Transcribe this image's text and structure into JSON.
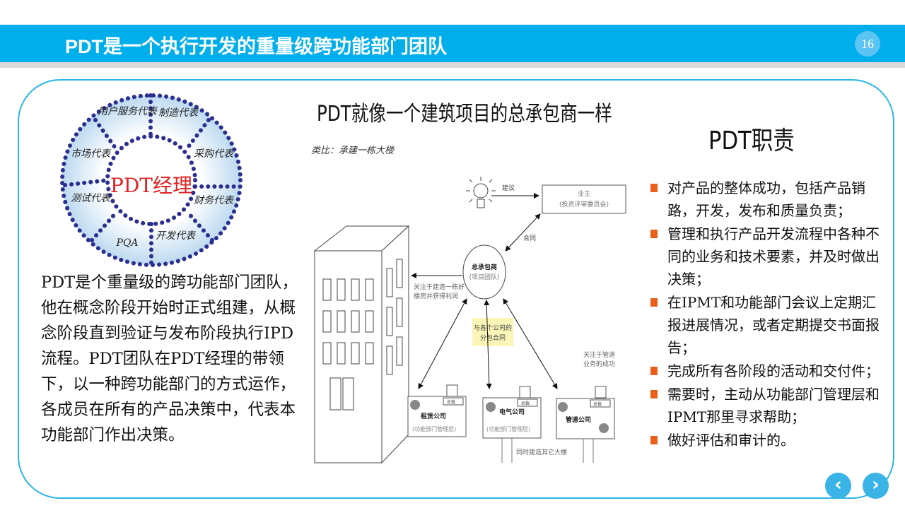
{
  "header": {
    "title": "PDT是一个执行开发的重量级跨功能部门团队",
    "page_number": "16"
  },
  "ring": {
    "center": "PDT经理",
    "segments": [
      "用户服务代表",
      "制造代表",
      "采购代表",
      "财务代表",
      "开发代表",
      "PQA",
      "测试代表",
      "市场代表"
    ]
  },
  "left_text": "PDT是个重量级的跨功能部门团队，他在概念阶段开始时正式组建，从概念阶段直到验证与发布阶段执行IPD流程。PDT团队在PDT经理的带领下，以一种跨功能部门的方式运作，各成员在所有的产品决策中，代表本功能部门作出决策。",
  "center": {
    "title": "PDT就像一个建筑项目的总承包商一样",
    "analogy": "类比：承建一栋大楼",
    "idea": "建议",
    "owner": "业主",
    "owner_sub": "(投资评审委员会)",
    "contract": "合同",
    "gc": "总承包商",
    "gc_sub": "(项目团队)",
    "focus_building": [
      "关注于建造一栋好",
      "楼房并获得利润"
    ],
    "subcontract": [
      "与各个公司的",
      "分包合同"
    ],
    "focus_pipe": [
      "关注于管道",
      "业务的成功"
    ],
    "companies": [
      {
        "name": "租赁公司",
        "sub": "(功能部门管理层)",
        "tag": "总裁"
      },
      {
        "name": "电气公司",
        "sub": "(功能部门管理层)",
        "tag": "总裁"
      },
      {
        "name": "管道公司",
        "sub": "",
        "tag": "总裁"
      }
    ],
    "other": "同时建造其它大楼"
  },
  "right": {
    "title": "PDT职责",
    "duties": [
      "对产品的整体成功，包括产品销路，开发，发布和质量负责；",
      "管理和执行产品开发流程中各种不同的业务和技术要素，并及时做出决策；",
      "在IPMT和功能部门会议上定期汇报进展情况，或者定期提交书面报告；",
      "完成所有各阶段的活动和交付件；",
      "需要时，主动从功能部门管理层和IPMT那里寻求帮助；",
      "做好评估和审计的。"
    ]
  },
  "nav": {
    "prev": "‹",
    "next": "›"
  }
}
